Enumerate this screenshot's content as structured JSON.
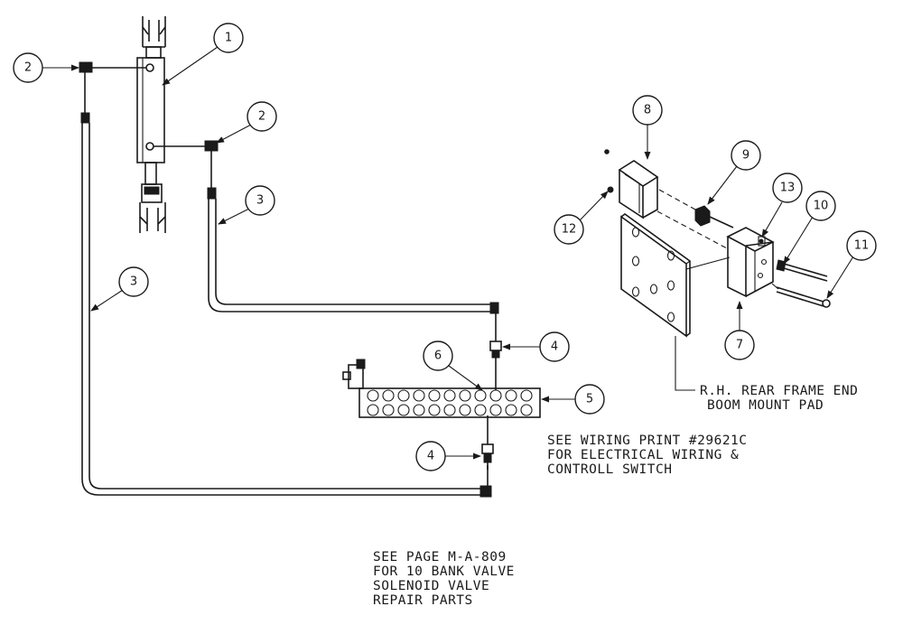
{
  "callouts": {
    "item_1": "1",
    "item_2_left": "2",
    "item_2_right": "2",
    "item_3_left": "3",
    "item_3_right": "3",
    "item_4_top": "4",
    "item_4_bottom": "4",
    "item_5": "5",
    "item_6": "6",
    "item_7": "7",
    "item_8": "8",
    "item_9": "9",
    "item_10": "10",
    "item_11": "11",
    "item_12": "12",
    "item_13": "13"
  },
  "notes": {
    "frame_label": [
      "R.H. REAR FRAME END",
      "BOOM MOUNT PAD"
    ],
    "wiring_note": [
      "SEE WIRING PRINT #29621C",
      "FOR ELECTRICAL WIRING &",
      "CONTROLL SWITCH"
    ],
    "valve_note": [
      "SEE PAGE M-A-809",
      "FOR 10 BANK VALVE",
      "SOLENOID VALVE",
      "REPAIR PARTS"
    ]
  }
}
